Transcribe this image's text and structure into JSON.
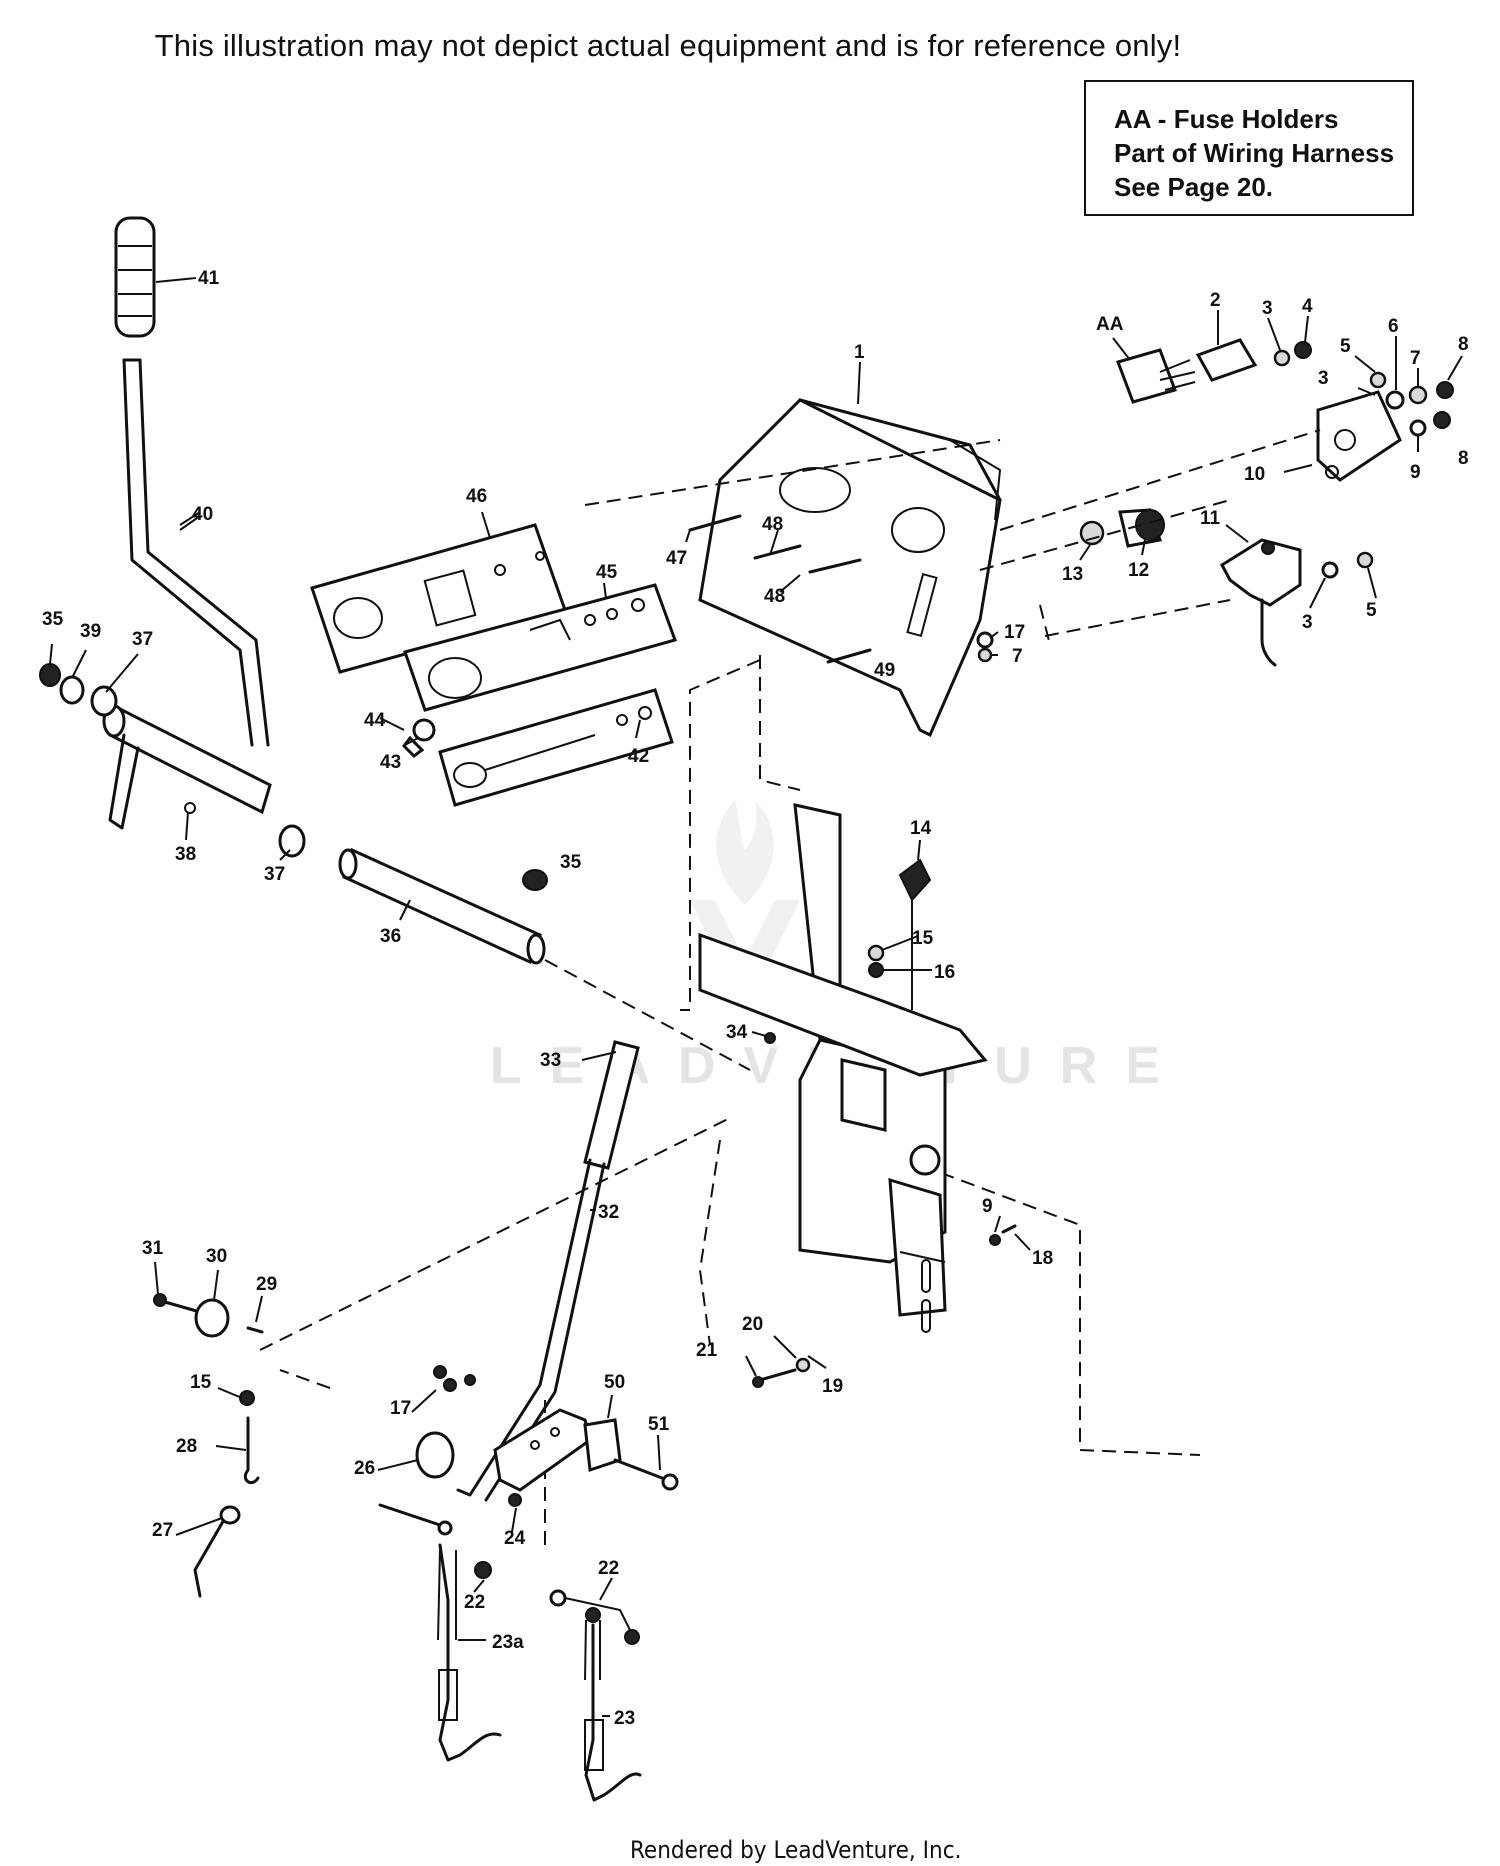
{
  "disclaimer": "This illustration may not depict actual equipment and is for reference only!",
  "note": {
    "line1": "AA - Fuse Holders",
    "line2": "Part of Wiring Harness",
    "line3": "See Page 20."
  },
  "watermark": "LEADVENTURE",
  "footer": "Rendered by LeadVenture, Inc.",
  "callouts": [
    "41",
    "40",
    "35",
    "39",
    "37",
    "38",
    "37",
    "36",
    "35",
    "46",
    "45",
    "47",
    "48",
    "48",
    "44",
    "43",
    "42",
    "49",
    "1",
    "AA",
    "2",
    "3",
    "4",
    "5",
    "6",
    "7",
    "8",
    "3",
    "8",
    "9",
    "10",
    "13",
    "12",
    "11",
    "3",
    "5",
    "17",
    "7",
    "14",
    "15",
    "16",
    "34",
    "33",
    "32",
    "9",
    "18",
    "31",
    "30",
    "29",
    "15",
    "28",
    "27",
    "20",
    "21",
    "19",
    "17",
    "26",
    "24",
    "50",
    "51",
    "22",
    "22",
    "23a",
    "23"
  ]
}
